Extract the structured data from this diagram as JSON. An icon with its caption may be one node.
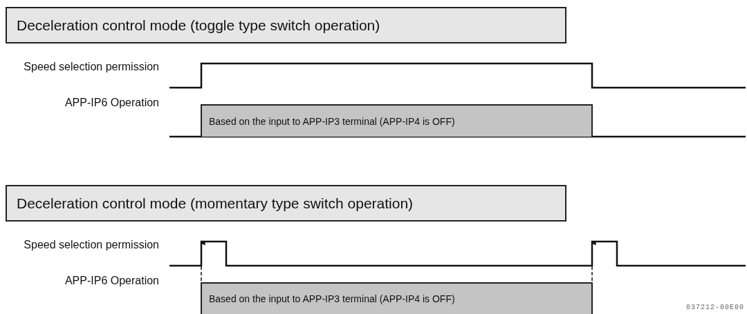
{
  "diagram": {
    "nodes": [
      {
        "text": [
          "Deceleration control mode (toggle type switch operation)"
        ]
      },
      {
        "text": [
          "Based on the input to APP-IP3 terminal  (APP-IP4 is OFF)"
        ]
      },
      {
        "text": [
          "Deceleration control mode (momentary type switch operation)"
        ]
      },
      {
        "text": [
          "Based on the input to APP-IP3 terminal  (APP-IP4 is OFF)"
        ]
      }
    ],
    "edges": [],
    "labels": [
      "Speed selection permission",
      "APP-IP6 Operation",
      "Speed selection permission",
      "APP-IP6 Operation",
      "037212-00E00"
    ]
  }
}
